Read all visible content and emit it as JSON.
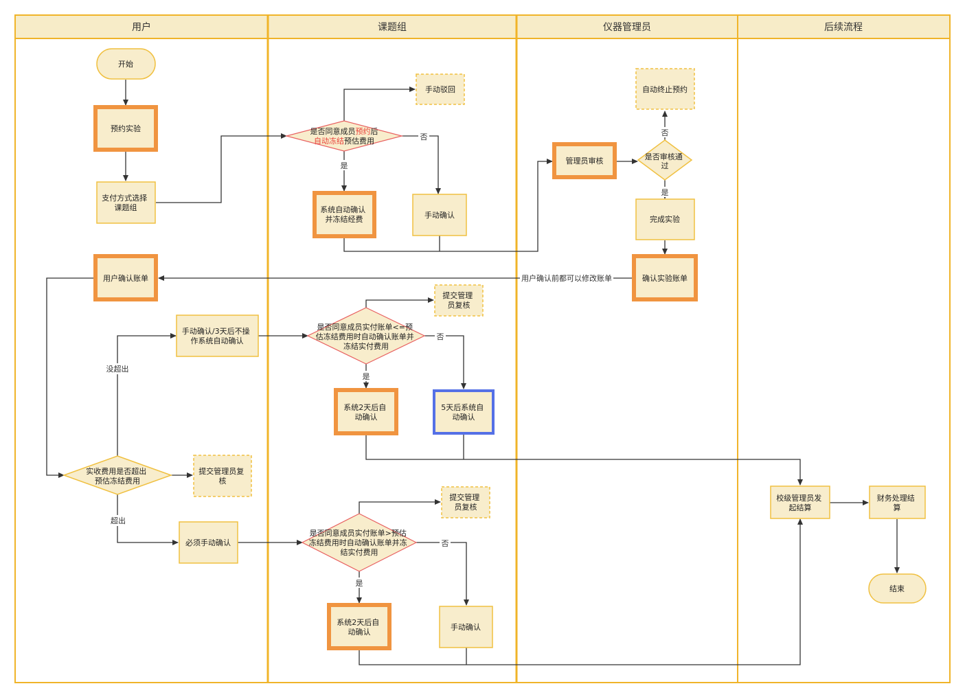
{
  "lanes": [
    "用户",
    "课题组",
    "仪器管理员",
    "后续流程"
  ],
  "nodes": {
    "start": "开始",
    "reserve": "预约实验",
    "pay_choice": [
      "支付方式选择",
      "课题组"
    ],
    "agree_reserve": {
      "line1_a": "是否同意成员",
      "line1_b": "预约",
      "line1_c": "后",
      "line2_a": "自动冻结",
      "line2_b": "预估费用"
    },
    "manual_reject": "手动驳回",
    "auto_confirm_freeze": [
      "系统自动确认",
      "并冻结经费"
    ],
    "manual_confirm_1": "手动确认",
    "admin_review": "管理员审核",
    "review_pass": [
      "是否审核通",
      "过"
    ],
    "auto_cancel": "自动终止预约",
    "finish_exp": "完成实验",
    "confirm_bill": "确认实验账单",
    "user_confirm_bill": "用户确认账单",
    "manual_confirm_3day": [
      "手动确认/3天后不操",
      "作系统自动确认"
    ],
    "agree_le": [
      "是否同意成员实付账单<=预",
      "估冻结费用时自动确认账单并",
      "冻结实付费用"
    ],
    "submit_review_1": [
      "提交管理",
      "员复核"
    ],
    "auto_confirm_2day_1": [
      "系统2天后自",
      "动确认"
    ],
    "auto_confirm_5day": [
      "5天后系统自",
      "动确认"
    ],
    "exceed_check": [
      "实收费用是否超出",
      "预估冻结费用"
    ],
    "submit_review_user": [
      "提交管理员复",
      "核"
    ],
    "must_manual": "必须手动确认",
    "agree_gt": [
      "是否同意成员实付账单>预估",
      "冻结费用时自动确认账单并冻",
      "结实付费用"
    ],
    "submit_review_2": [
      "提交管理",
      "员复核"
    ],
    "auto_confirm_2day_2": [
      "系统2天后自",
      "动确认"
    ],
    "manual_confirm_2": "手动确认",
    "school_settle": [
      "校级管理员发",
      "起结算"
    ],
    "finance": [
      "财务处理结",
      "算"
    ],
    "end": "结束"
  },
  "edge_labels": {
    "yes": "是",
    "no": "否",
    "not_exceed": "没超出",
    "exceed": "超出",
    "modify_bill": "用户确认前都可以修改账单"
  },
  "colors": {
    "lane_border": "#f0b429",
    "lane_header_fill": "#f7ecc8",
    "node_fill": "#f8edcc",
    "node_border": "#f0c040",
    "thick_orange": "#f09440",
    "blue_border": "#5570e6",
    "diamond_red": "#e86060",
    "dashed_border": "#f0c040",
    "highlight_text": "#e8413a"
  }
}
